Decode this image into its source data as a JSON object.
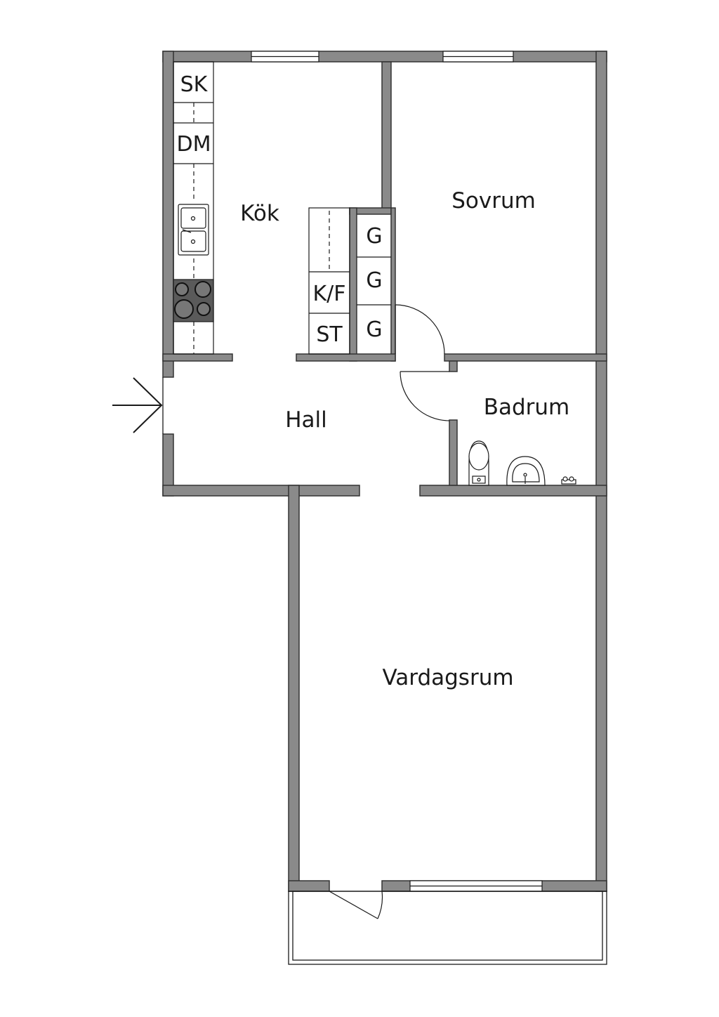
{
  "rooms": {
    "kitchen": "Kök",
    "bedroom": "Sovrum",
    "bathroom": "Badrum",
    "hall": "Hall",
    "living": "Vardagsrum"
  },
  "fixtures": {
    "sk": "SK",
    "dm": "DM",
    "kf": "K/F",
    "st": "ST",
    "g1": "G",
    "g2": "G",
    "g3": "G"
  },
  "colors": {
    "wall": "#8a8a8a",
    "wall_edge": "#333333",
    "line": "#1a1a1a",
    "stove": "#5a5a5a"
  }
}
